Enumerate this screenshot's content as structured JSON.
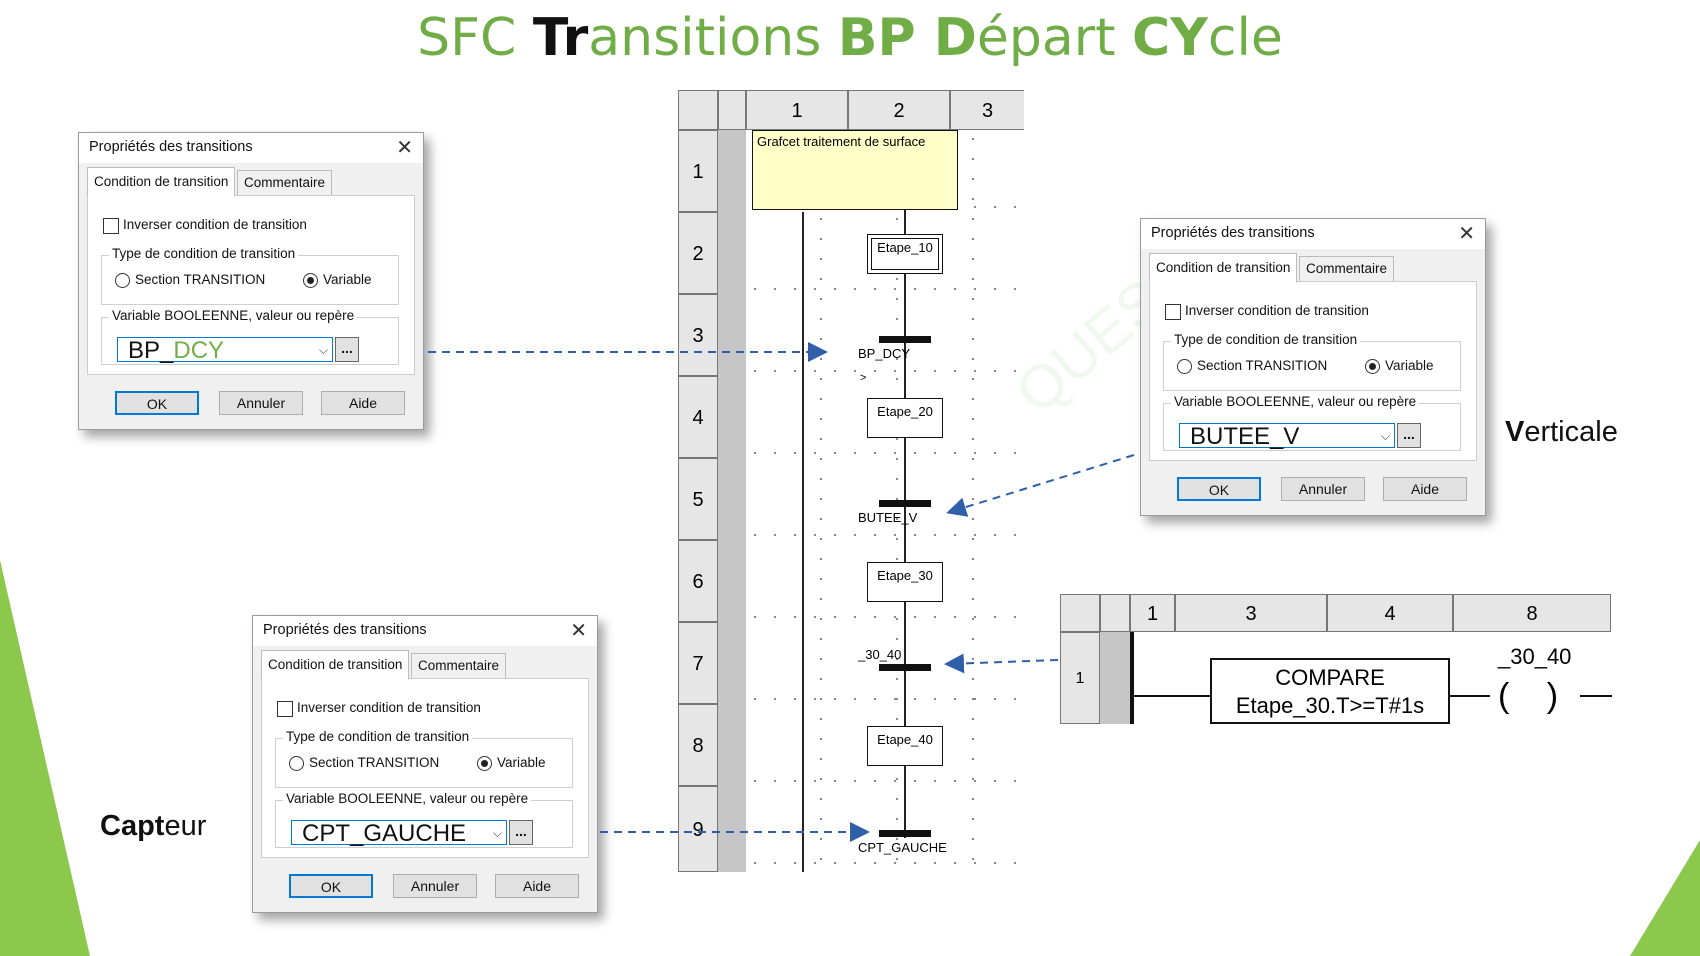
{
  "title": {
    "p1": "SFC ",
    "p2": "Tr",
    "p3": "ansitions ",
    "p4": "BP",
    "p5": " D",
    "p6": "é",
    "p7": "part ",
    "p8": "CY",
    "p9": "cle"
  },
  "dialogs": [
    {
      "title": "Propriétés des transitions",
      "tab1": "Condition de transition",
      "tab2": "Commentaire",
      "invert": "Inverser condition de transition",
      "type_group": "Type de condition de transition",
      "opt1": "Section TRANSITION",
      "opt2": "Variable",
      "var_group": "Variable BOOLEENNE, valeur ou repère",
      "value_a": "BP_",
      "value_b": "DCY",
      "ok": "OK",
      "cancel": "Annuler",
      "help": "Aide",
      "browse": "..."
    },
    {
      "title": "Propriétés des transitions",
      "tab1": "Condition de transition",
      "tab2": "Commentaire",
      "invert": "Inverser condition de transition",
      "type_group": "Type de condition de transition",
      "opt1": "Section TRANSITION",
      "opt2": "Variable",
      "var_group": "Variable BOOLEENNE, valeur ou repère",
      "value": "BUTEE_V",
      "ok": "OK",
      "cancel": "Annuler",
      "help": "Aide",
      "browse": "..."
    },
    {
      "title": "Propriétés des transitions",
      "tab1": "Condition de transition",
      "tab2": "Commentaire",
      "invert": "Inverser condition de transition",
      "type_group": "Type de condition de transition",
      "opt1": "Section TRANSITION",
      "opt2": "Variable",
      "var_group": "Variable BOOLEENNE, valeur ou repère",
      "value": "CPT_GAUCHE",
      "ok": "OK",
      "cancel": "Annuler",
      "help": "Aide",
      "browse": "..."
    }
  ],
  "sfc": {
    "cols": [
      "1",
      "2",
      "3"
    ],
    "rows": [
      "1",
      "2",
      "3",
      "4",
      "5",
      "6",
      "7",
      "8",
      "9"
    ],
    "comment": "Grafcet traitement de surface",
    "steps": [
      "Etape_10",
      "Etape_20",
      "Etape_30",
      "Etape_40"
    ],
    "transitions": [
      "BP_DCY",
      "BUTEE_V",
      "_30_40",
      "CPT_GAUCHE"
    ],
    "jump_marker": ">"
  },
  "ladder": {
    "cols": [
      "1",
      "3",
      "4",
      "8"
    ],
    "row": "1",
    "block_name": "COMPARE",
    "block_expr": "Etape_30.T>=T#1s",
    "coil_name": "_30_40",
    "coil_symbol": "( )"
  },
  "side_labels": {
    "verticale_bold": "V",
    "verticale_rest": "erticale",
    "capteur_bold": "Capt",
    "capteur_rest": "eur"
  },
  "watermark": "QUEST",
  "colors": {
    "title_green": "#70ad47",
    "arrow_blue": "#2e5fa8",
    "step_comment_bg": "#ffffc8",
    "dialog_focus": "#0078d7"
  }
}
